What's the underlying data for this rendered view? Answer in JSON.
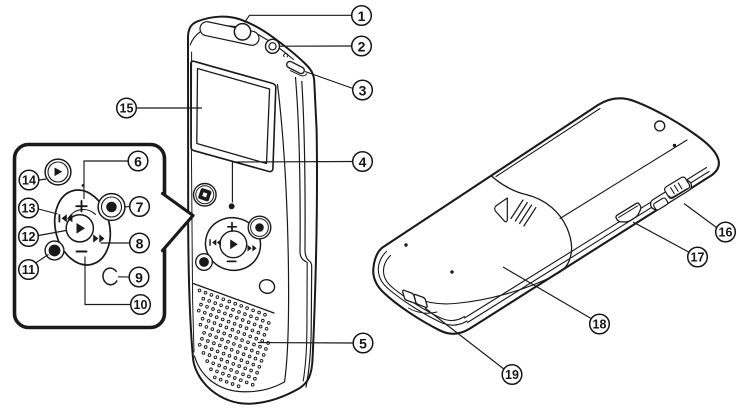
{
  "figure": {
    "kind": "device-parts-diagram",
    "subject": "digital-voice-recorder",
    "background_color": "#ffffff",
    "ink_color": "#1a1a1a"
  },
  "marks": {
    "plus": "+",
    "minus": "−"
  },
  "callouts": [
    {
      "label": "1",
      "view": "front",
      "points_to": "top-round-port-left"
    },
    {
      "label": "2",
      "view": "front",
      "points_to": "top-round-port-right"
    },
    {
      "label": "3",
      "view": "front",
      "points_to": "top-slot"
    },
    {
      "label": "4",
      "view": "front",
      "points_to": "indicator-dot"
    },
    {
      "label": "5",
      "view": "front",
      "points_to": "speaker-grille"
    },
    {
      "label": "6",
      "view": "inset",
      "points_to": "pad-up-plus"
    },
    {
      "label": "7",
      "view": "inset",
      "points_to": "round-button-right"
    },
    {
      "label": "8",
      "view": "inset",
      "points_to": "pad-right"
    },
    {
      "label": "9",
      "view": "inset",
      "points_to": "small-oval-button"
    },
    {
      "label": "10",
      "view": "inset",
      "points_to": "pad-down-minus"
    },
    {
      "label": "11",
      "view": "inset",
      "points_to": "small-round-button-lower-left"
    },
    {
      "label": "12",
      "view": "inset",
      "points_to": "center-button"
    },
    {
      "label": "13",
      "view": "inset",
      "points_to": "pad-left"
    },
    {
      "label": "14",
      "view": "inset",
      "points_to": "button-upper-left"
    },
    {
      "label": "15",
      "view": "front",
      "points_to": "display"
    },
    {
      "label": "16",
      "view": "back",
      "points_to": "side-slide-switch"
    },
    {
      "label": "17",
      "view": "back",
      "points_to": "side-connector"
    },
    {
      "label": "18",
      "view": "back",
      "points_to": "battery-cover"
    },
    {
      "label": "19",
      "view": "back",
      "points_to": "strap-hole"
    }
  ]
}
